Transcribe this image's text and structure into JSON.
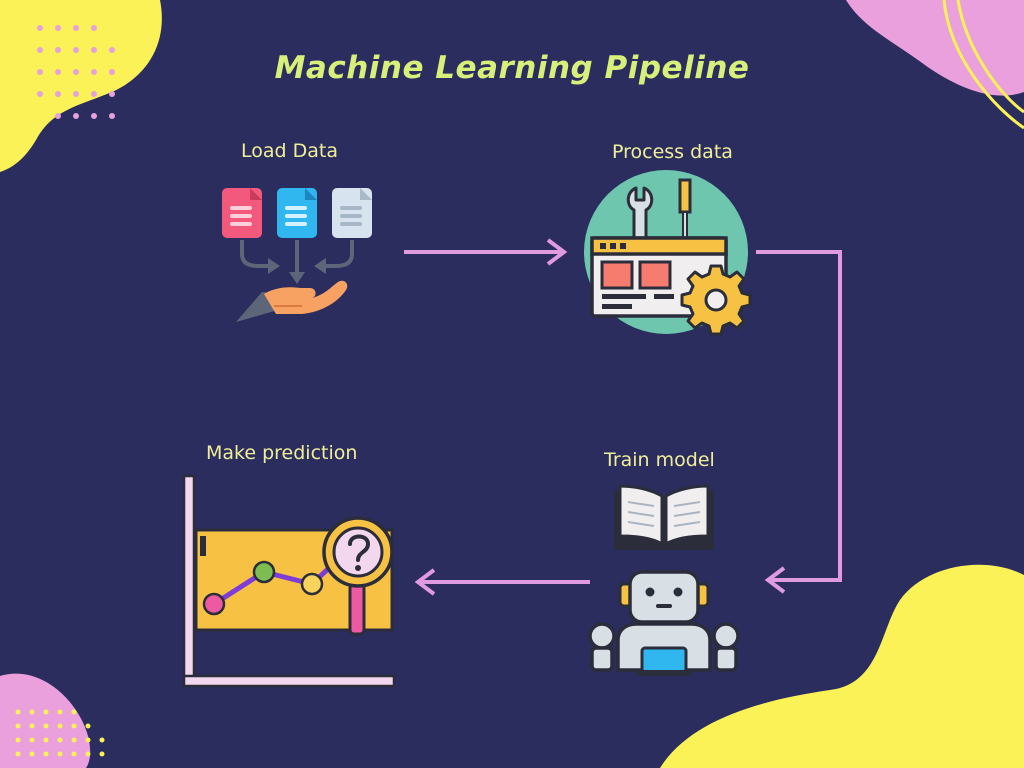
{
  "title": "Machine Learning Pipeline",
  "colors": {
    "background": "#2a2d5e",
    "title": "#d8f07a",
    "label": "#f1ee9a",
    "arrow": "#e09ae0",
    "blob_yellow": "#fbf257",
    "blob_pink": "#eaa0dc"
  },
  "steps": [
    {
      "id": "load",
      "label": "Load Data",
      "icon": "documents-to-hand-icon"
    },
    {
      "id": "process",
      "label": "Process data",
      "icon": "tools-window-gear-icon"
    },
    {
      "id": "train",
      "label": "Train model",
      "icon": "robot-book-icon"
    },
    {
      "id": "predict",
      "label": "Make prediction",
      "icon": "chart-magnifier-question-icon"
    }
  ],
  "flow": [
    {
      "from": "load",
      "to": "process"
    },
    {
      "from": "process",
      "to": "train"
    },
    {
      "from": "train",
      "to": "predict"
    }
  ]
}
